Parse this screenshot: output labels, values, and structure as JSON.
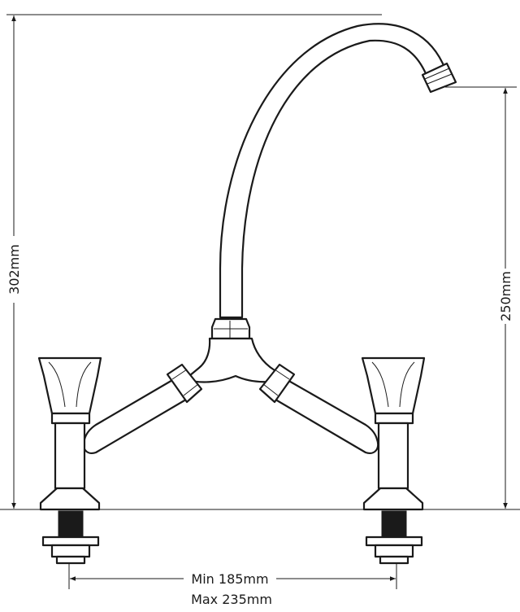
{
  "dimensions": {
    "total_height": "302mm",
    "spout_height": "250mm",
    "centres_min": "Min 185mm",
    "centres_max": "Max 235mm"
  },
  "colors": {
    "line": "#1a1a1a",
    "background": "#ffffff"
  }
}
